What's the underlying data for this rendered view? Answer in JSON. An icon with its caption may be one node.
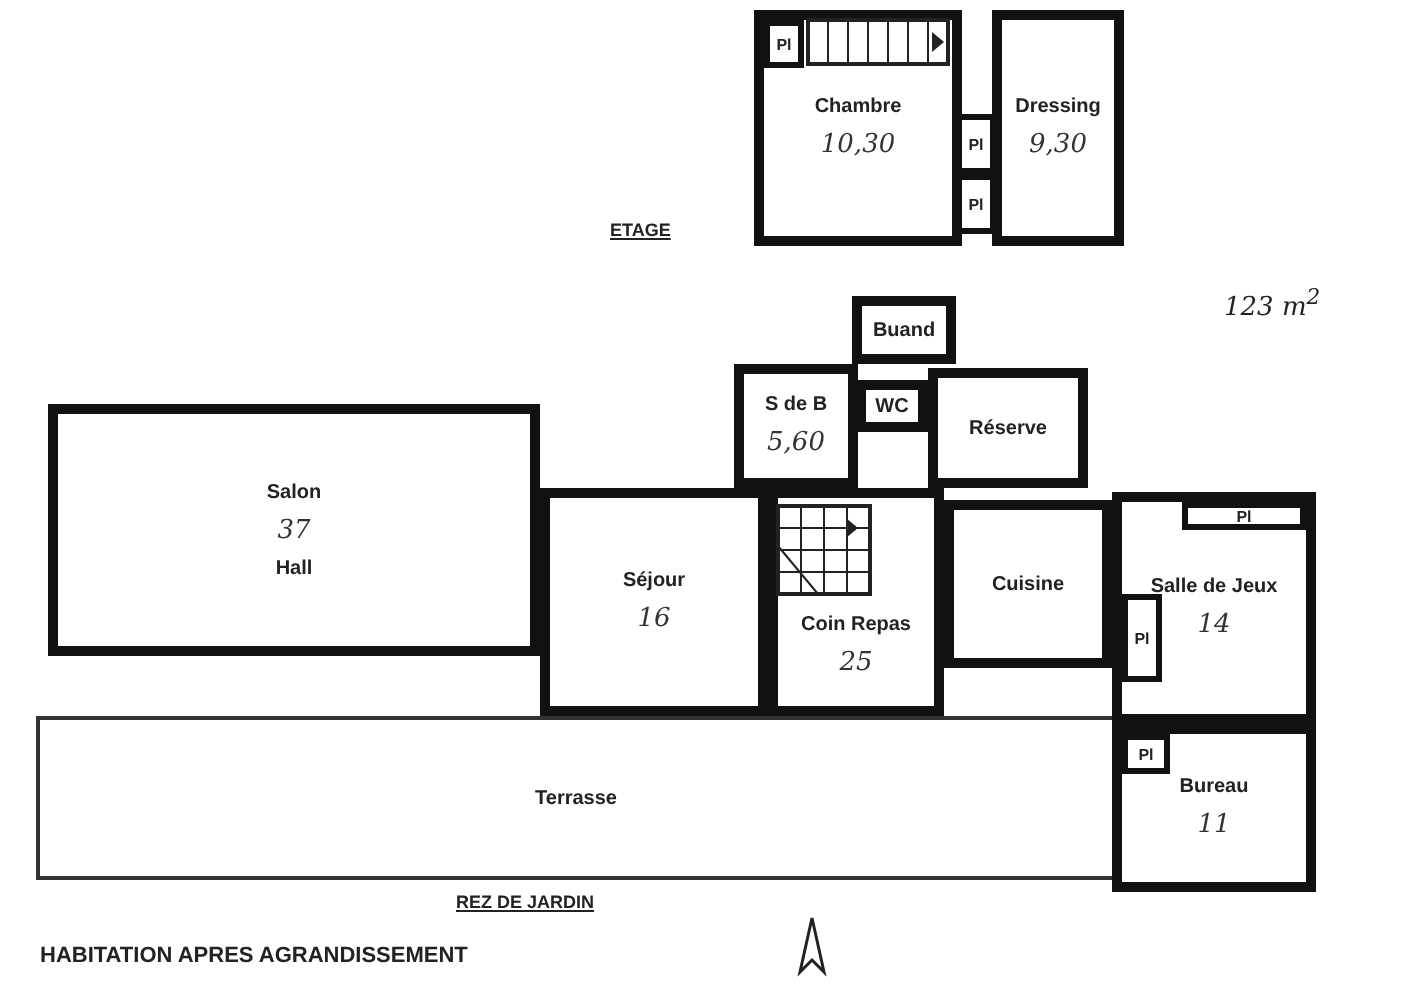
{
  "diagram": {
    "title": "HABITATION APRES AGRANDISSEMENT",
    "nodes": [
      {
        "text": [
          "Chambre",
          "10,30"
        ]
      },
      {
        "text": [
          "Pl"
        ],
        "in": 0
      },
      {
        "text": [
          "Pl"
        ]
      },
      {
        "text": [
          "Pl"
        ]
      },
      {
        "text": [
          "Dressing",
          "9,30"
        ]
      },
      {
        "text": [
          "Buand"
        ]
      },
      {
        "text": [
          "S de B",
          "5,60"
        ]
      },
      {
        "text": [
          "WC"
        ]
      },
      {
        "text": [
          "Réserve"
        ]
      },
      {
        "text": [
          "Salon",
          "37",
          "Hall"
        ]
      },
      {
        "text": [
          "Séjour",
          "16"
        ]
      },
      {
        "text": [
          "Coin Repas",
          "25"
        ]
      },
      {
        "text": [
          "Cuisine"
        ]
      },
      {
        "text": [
          "Salle de Jeux",
          "14"
        ]
      },
      {
        "text": [
          "Pl"
        ],
        "in": 13
      },
      {
        "text": [
          "Pl"
        ],
        "in": 13
      },
      {
        "text": [
          "Terrasse"
        ]
      },
      {
        "text": [
          "Bureau",
          "11"
        ]
      },
      {
        "text": [
          "Pl"
        ],
        "in": 17
      }
    ],
    "edges": [],
    "labels": [
      "ETAGE",
      "123 m$^{2}$",
      "REZ DE JARDIN"
    ]
  }
}
